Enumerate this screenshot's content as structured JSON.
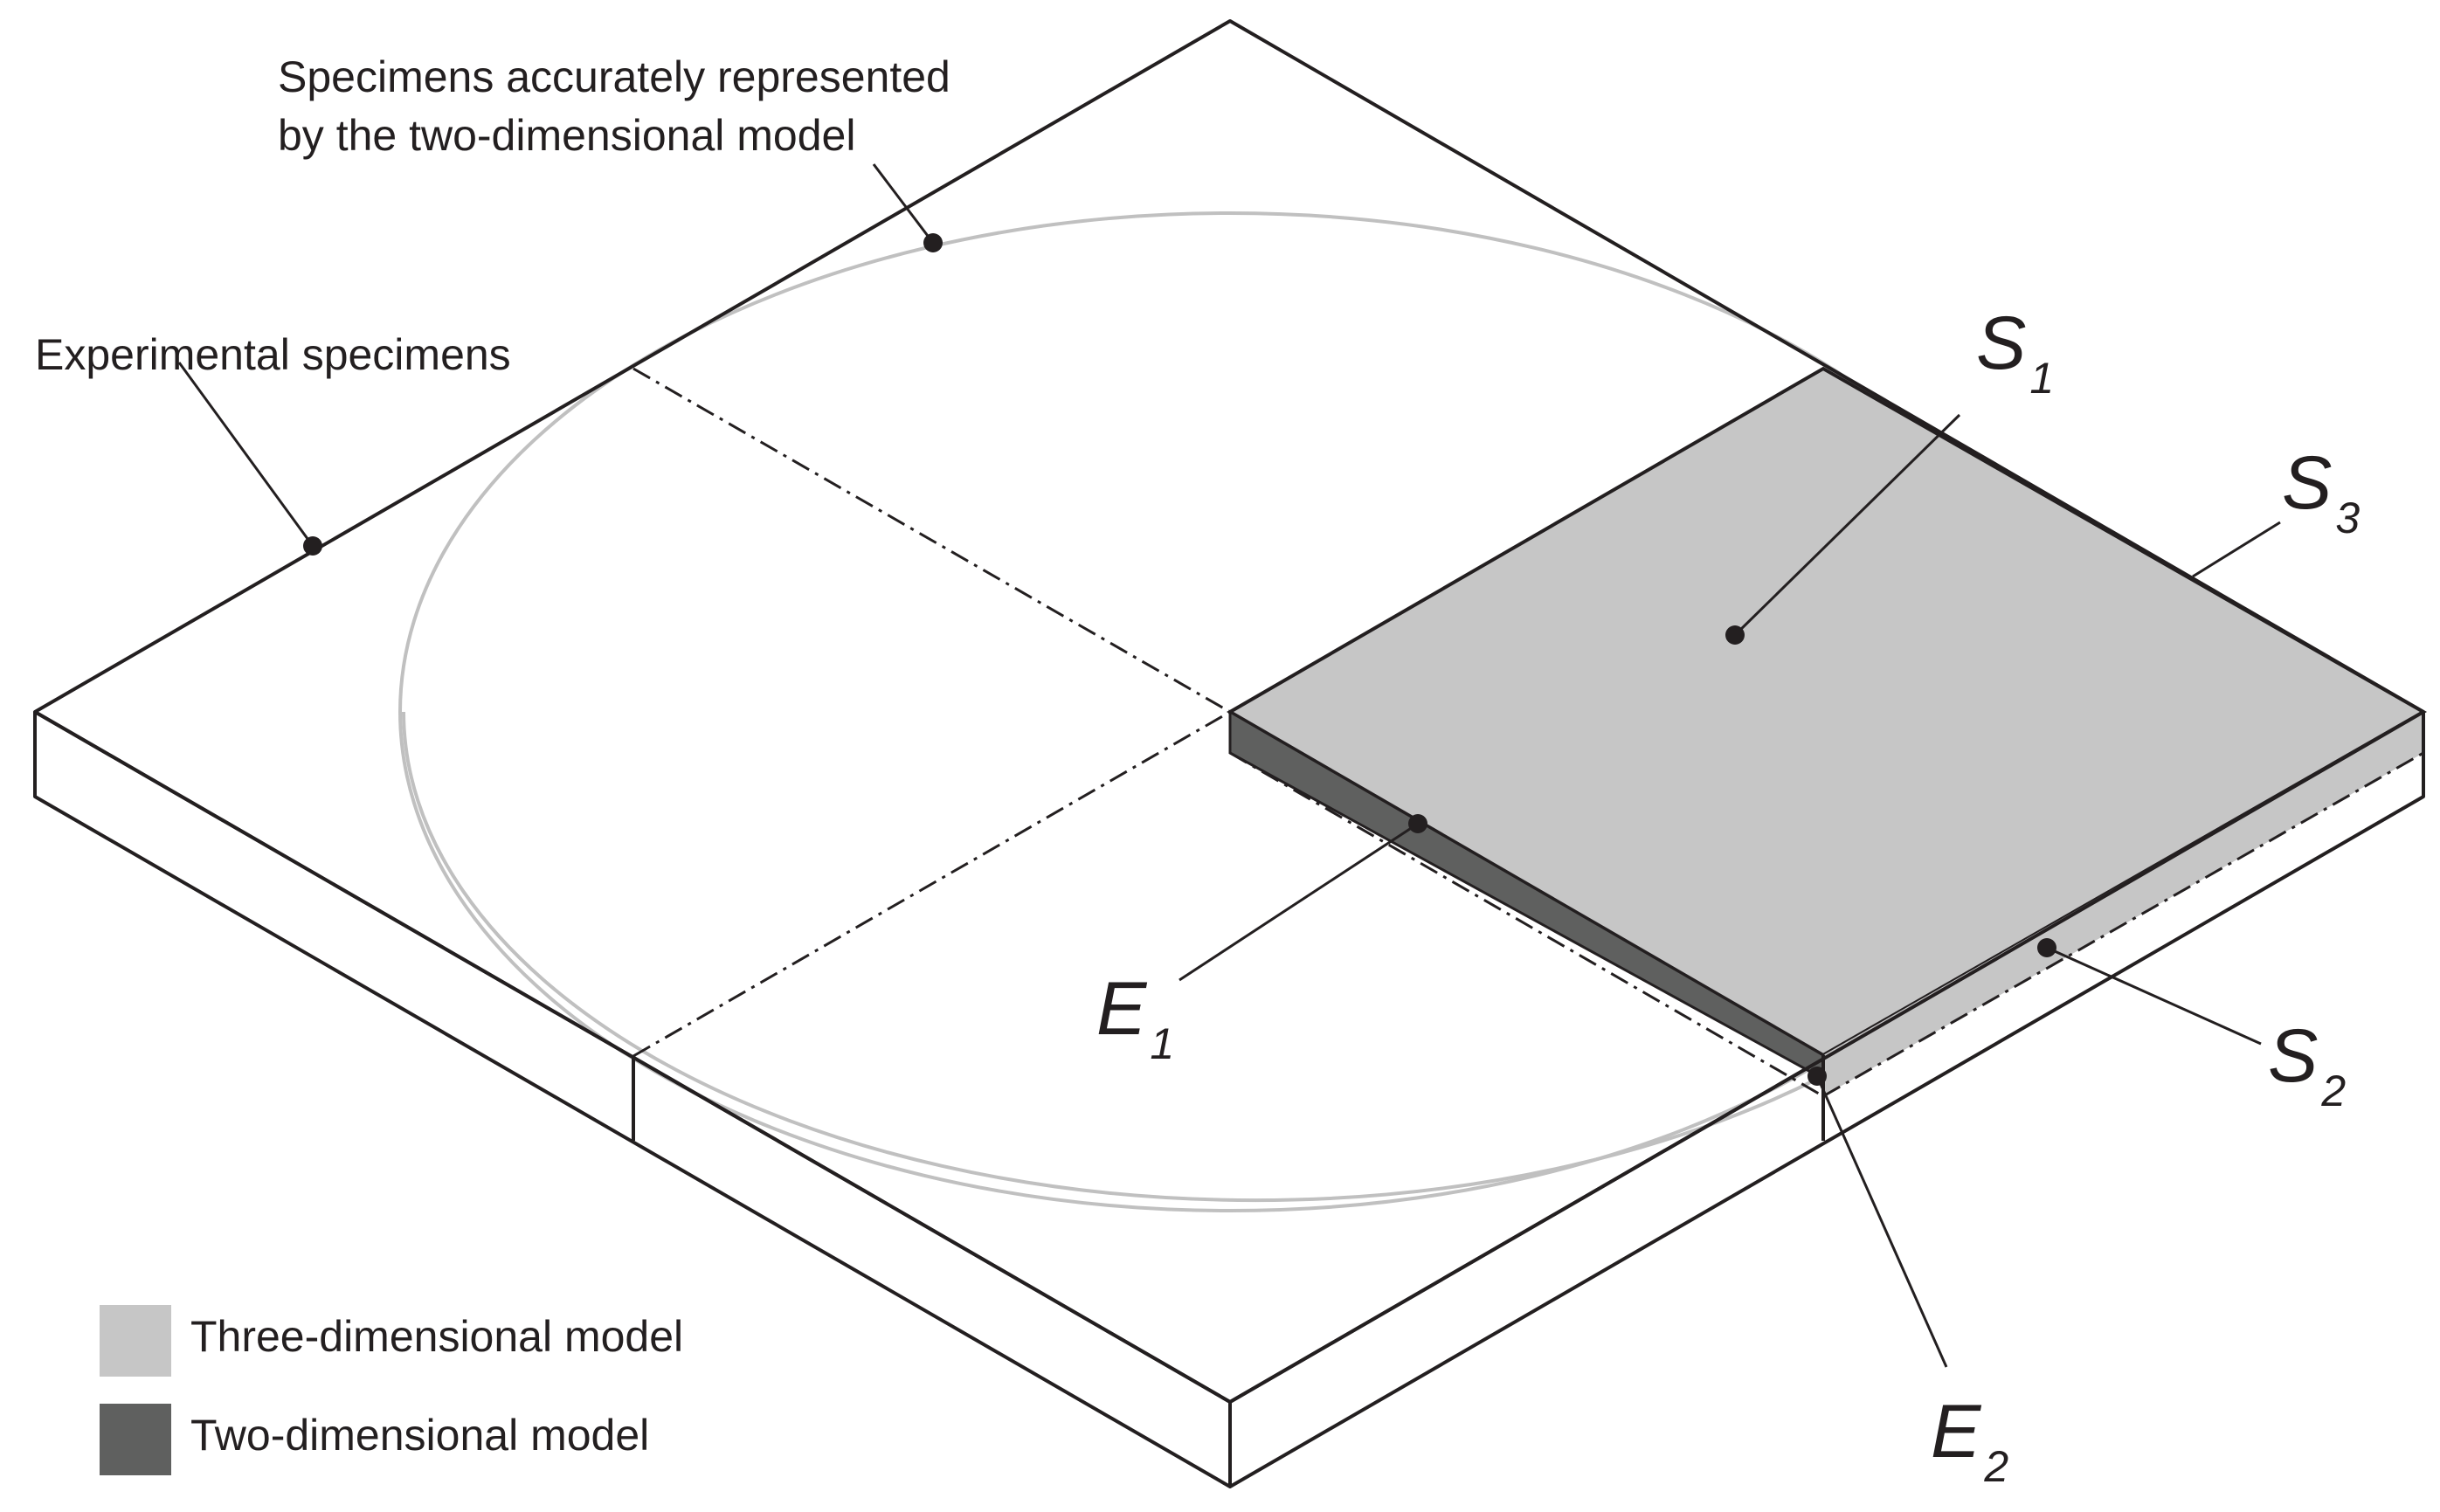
{
  "labels": {
    "specimens_2d_line1": "Specimens accurately represented",
    "specimens_2d_line2": "by the two-dimensional model",
    "experimental": "Experimental specimens",
    "s1": {
      "main": "S",
      "sub": "1"
    },
    "s2": {
      "main": "S",
      "sub": "2"
    },
    "s3": {
      "main": "S",
      "sub": "3"
    },
    "e1": {
      "main": "E",
      "sub": "1"
    },
    "e2": {
      "main": "E",
      "sub": "2"
    }
  },
  "legend": [
    {
      "label": "Three-dimensional model",
      "color": "#c6c6c6"
    },
    {
      "label": "Two-dimensional model",
      "color": "#5f605f"
    }
  ],
  "colors": {
    "outline": "#231f20",
    "ellipse": "#c0c0c0",
    "three_d_face": "#c6c6c6",
    "two_d_face": "#5f605f"
  }
}
